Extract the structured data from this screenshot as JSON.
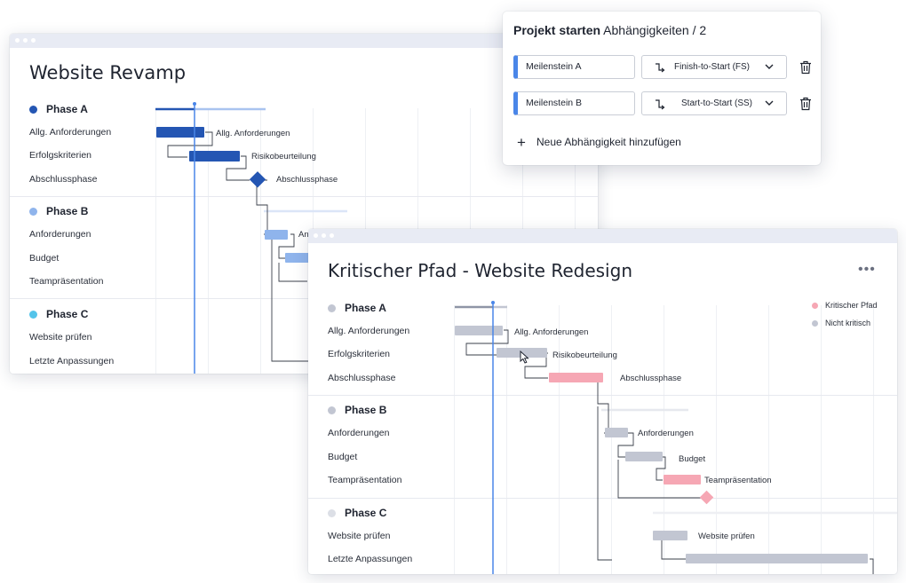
{
  "colors": {
    "accent": "#4a86e8",
    "phase_a_dark": "#2456b3",
    "phase_b_light": "#8fb4ec",
    "phase_c_cyan": "#54c4ea",
    "critical": "#f6a7b4",
    "non_critical": "#c2c6d2"
  },
  "back_window": {
    "title": "Website Revamp",
    "phases": [
      {
        "label": "Phase A",
        "tasks": [
          "Allg. Anforderungen",
          "Erfolgskriterien",
          "Abschlussphase"
        ]
      },
      {
        "label": "Phase B",
        "tasks": [
          "Anforderungen",
          "Budget",
          "Teampräsentation"
        ]
      },
      {
        "label": "Phase C",
        "tasks": [
          "Website prüfen",
          "Letzte Anpassungen"
        ]
      }
    ],
    "bar_labels": [
      "Allg. Anforderungen",
      "Risikobeurteilung",
      "Abschlussphase",
      "Anf"
    ]
  },
  "popup": {
    "title_bold": "Projekt starten",
    "title_rest": "Abhängigkeiten / 2",
    "dependencies": [
      {
        "milestone": "Meilenstein A",
        "type": "Finish-to-Start (FS)",
        "icon": "finish-to-start-icon"
      },
      {
        "milestone": "Meilenstein B",
        "type": "Start-to-Start (SS)",
        "icon": "start-to-start-icon"
      }
    ],
    "add_label": "Neue Abhängigkeit hinzufügen"
  },
  "front_window": {
    "title": "Kritischer Pfad - Website Redesign",
    "legend": [
      {
        "label": "Kritischer Pfad",
        "color": "#f6a7b4"
      },
      {
        "label": "Nicht kritisch",
        "color": "#c2c6d2"
      }
    ],
    "phases": [
      {
        "label": "Phase A",
        "tasks": [
          "Allg. Anforderungen",
          "Erfolgskriterien",
          "Abschlussphase"
        ]
      },
      {
        "label": "Phase B",
        "tasks": [
          "Anforderungen",
          "Budget",
          "Teampräsentation"
        ]
      },
      {
        "label": "Phase C",
        "tasks": [
          "Website prüfen",
          "Letzte Anpassungen"
        ]
      }
    ],
    "bar_labels": [
      "Allg. Anforderungen",
      "Risikobeurteilung",
      "Abschlussphase",
      "Anforderungen",
      "Budget",
      "Teampräsentation",
      "Website prüfen"
    ]
  }
}
